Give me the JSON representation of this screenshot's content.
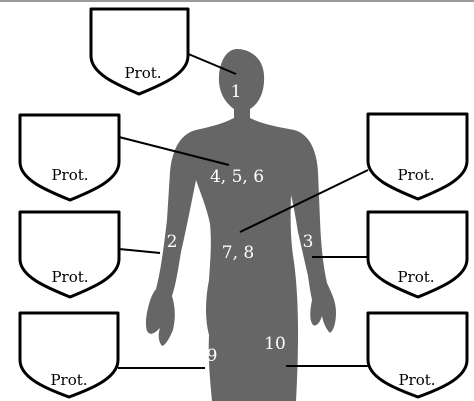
{
  "colors": {
    "silhouette": "#666666",
    "shield_border": "#000000",
    "zone_label": "#ffffff",
    "top_rule": "#9a9a9a"
  },
  "shields": [
    {
      "id": "head",
      "label": "Prot."
    },
    {
      "id": "chest",
      "label": "Prot."
    },
    {
      "id": "abdomen",
      "label": "Prot."
    },
    {
      "id": "right-arm",
      "label": "Prot."
    },
    {
      "id": "left-arm",
      "label": "Prot."
    },
    {
      "id": "right-leg",
      "label": "Prot."
    },
    {
      "id": "left-leg",
      "label": "Prot."
    }
  ],
  "zones": [
    {
      "id": "head",
      "label": "1"
    },
    {
      "id": "chest",
      "label": "4, 5, 6"
    },
    {
      "id": "abdomen",
      "label": "7, 8"
    },
    {
      "id": "right-arm",
      "label": "2"
    },
    {
      "id": "left-arm",
      "label": "3"
    },
    {
      "id": "right-leg",
      "label": "9"
    },
    {
      "id": "left-leg",
      "label": "10"
    }
  ]
}
